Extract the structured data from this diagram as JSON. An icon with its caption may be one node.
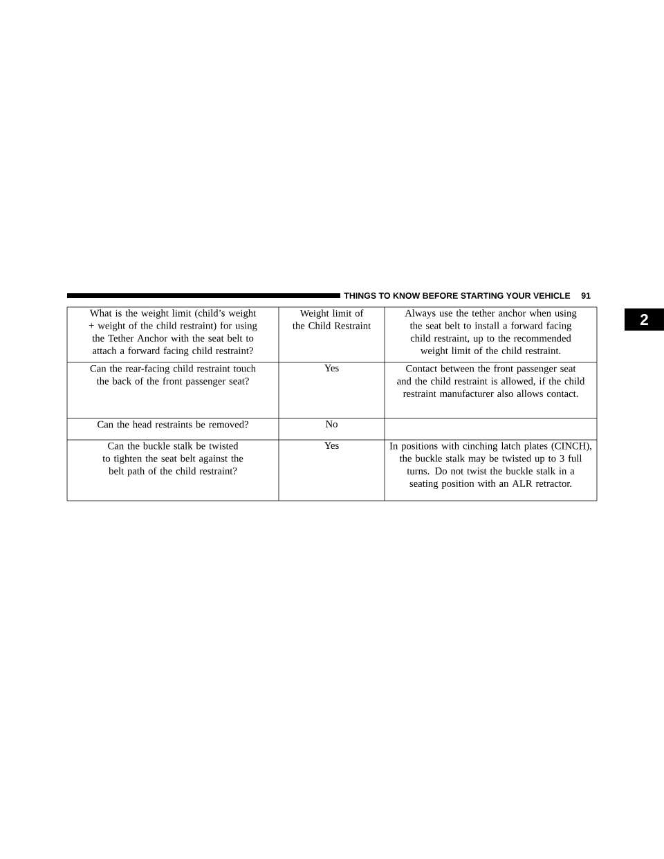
{
  "diagram": {
    "labels": [
      "THINGS TO KNOW BEFORE STARTING YOUR VEHICLE",
      "91",
      "2",
      "What is the weight limit (child’s weight + weight of the child restraint) for using the Tether Anchor with the seat belt to attach a forward facing child restraint?",
      "Weight limit of the Child Restraint",
      "Always use the tether anchor when using the seat belt to install a forward facing child restraint, up to the recommended weight limit of the child restraint.",
      "Can the rear-facing child restraint touch the back of the front passenger seat?",
      "Yes",
      "Contact between the front passenger seat and the child restraint is allowed, if the child restraint manufacturer also allows contact.",
      "Can the head restraints be removed?",
      "No",
      "Can the buckle stalk be twisted to tighten the seat belt against the belt path of the child restraint?",
      "Yes",
      "In positions with cinching latch plates (CINCH), the buckle stalk may be twisted up to 3 full turns. Do not twist the buckle stalk in a seating position with an ALR retractor."
    ]
  }
}
